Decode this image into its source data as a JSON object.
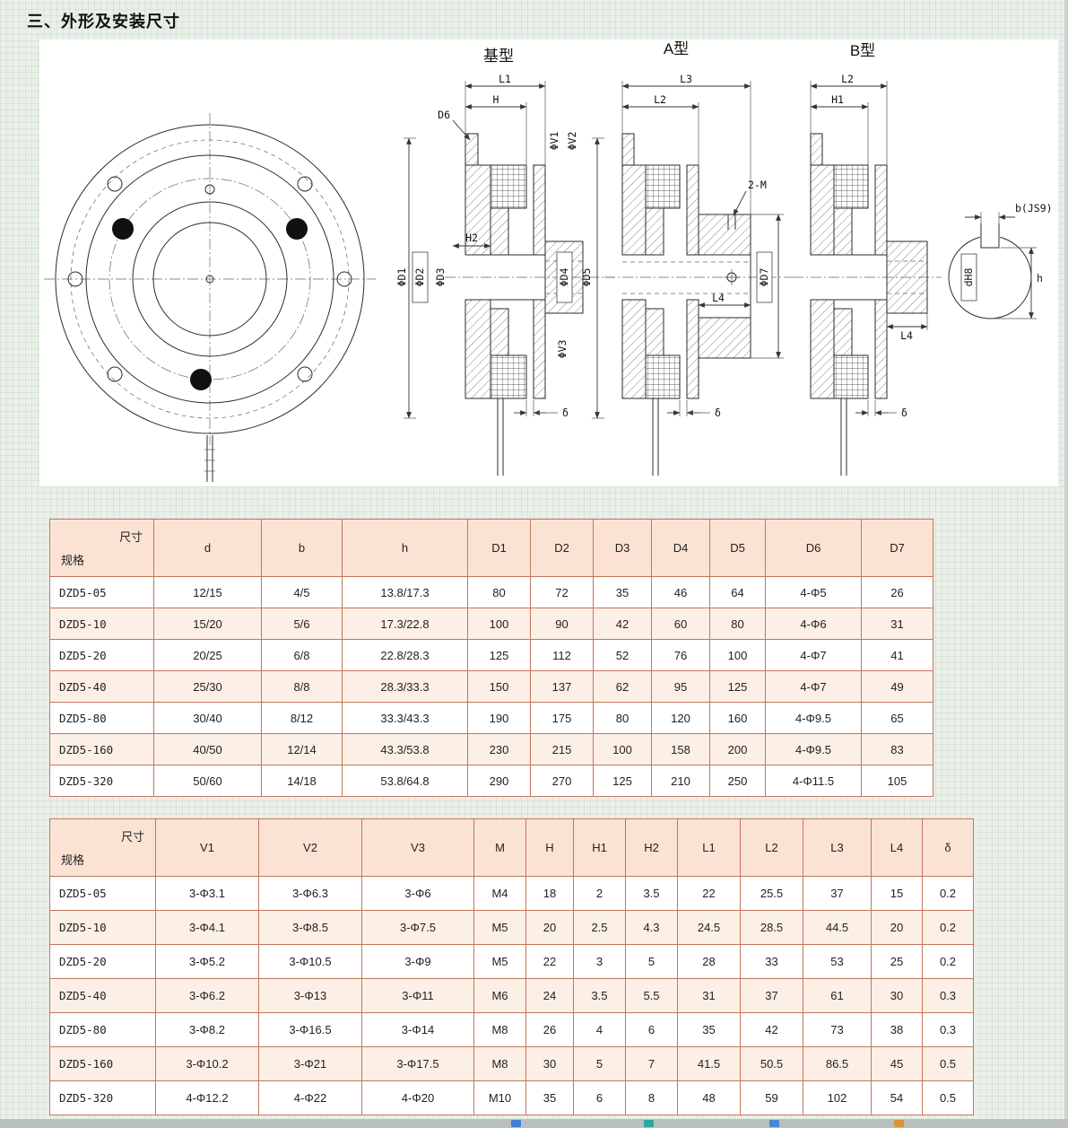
{
  "page": {
    "title": "三、外形及安装尺寸"
  },
  "drawing": {
    "section_titles": {
      "base": "基型",
      "a": "A型",
      "b": "B型"
    },
    "labels": {
      "L1": "L1",
      "H": "H",
      "D6": "D6",
      "V1": "ΦV1",
      "V2": "ΦV2",
      "H2": "H2",
      "D1": "ΦD1",
      "D2": "ΦD2",
      "D3": "ΦD3",
      "D4": "ΦD4",
      "D5": "ΦD5",
      "V3": "ΦV3",
      "delta": "δ",
      "L3": "L3",
      "L2": "L2",
      "two_m": "2-M",
      "L4": "L4",
      "D7": "ΦD7",
      "H1": "H1",
      "b_js9": "b(JS9)",
      "d_h8": "dH8",
      "h": "h"
    }
  },
  "table1": {
    "corner_top": "尺寸",
    "corner_bottom": "规格",
    "columns": [
      "d",
      "b",
      "h",
      "D1",
      "D2",
      "D3",
      "D4",
      "D5",
      "D6",
      "D7"
    ],
    "rows": [
      [
        "DZD5-05",
        "12/15",
        "4/5",
        "13.8/17.3",
        "80",
        "72",
        "35",
        "46",
        "64",
        "4-Φ5",
        "26"
      ],
      [
        "DZD5-10",
        "15/20",
        "5/6",
        "17.3/22.8",
        "100",
        "90",
        "42",
        "60",
        "80",
        "4-Φ6",
        "31"
      ],
      [
        "DZD5-20",
        "20/25",
        "6/8",
        "22.8/28.3",
        "125",
        "112",
        "52",
        "76",
        "100",
        "4-Φ7",
        "41"
      ],
      [
        "DZD5-40",
        "25/30",
        "8/8",
        "28.3/33.3",
        "150",
        "137",
        "62",
        "95",
        "125",
        "4-Φ7",
        "49"
      ],
      [
        "DZD5-80",
        "30/40",
        "8/12",
        "33.3/43.3",
        "190",
        "175",
        "80",
        "120",
        "160",
        "4-Φ9.5",
        "65"
      ],
      [
        "DZD5-160",
        "40/50",
        "12/14",
        "43.3/53.8",
        "230",
        "215",
        "100",
        "158",
        "200",
        "4-Φ9.5",
        "83"
      ],
      [
        "DZD5-320",
        "50/60",
        "14/18",
        "53.8/64.8",
        "290",
        "270",
        "125",
        "210",
        "250",
        "4-Φ11.5",
        "105"
      ]
    ]
  },
  "table2": {
    "corner_top": "尺寸",
    "corner_bottom": "规格",
    "columns": [
      "V1",
      "V2",
      "V3",
      "M",
      "H",
      "H1",
      "H2",
      "L1",
      "L2",
      "L3",
      "L4",
      "δ"
    ],
    "rows": [
      [
        "DZD5-05",
        "3-Φ3.1",
        "3-Φ6.3",
        "3-Φ6",
        "M4",
        "18",
        "2",
        "3.5",
        "22",
        "25.5",
        "37",
        "15",
        "0.2"
      ],
      [
        "DZD5-10",
        "3-Φ4.1",
        "3-Φ8.5",
        "3-Φ7.5",
        "M5",
        "20",
        "2.5",
        "4.3",
        "24.5",
        "28.5",
        "44.5",
        "20",
        "0.2"
      ],
      [
        "DZD5-20",
        "3-Φ5.2",
        "3-Φ10.5",
        "3-Φ9",
        "M5",
        "22",
        "3",
        "5",
        "28",
        "33",
        "53",
        "25",
        "0.2"
      ],
      [
        "DZD5-40",
        "3-Φ6.2",
        "3-Φ13",
        "3-Φ11",
        "M6",
        "24",
        "3.5",
        "5.5",
        "31",
        "37",
        "61",
        "30",
        "0.3"
      ],
      [
        "DZD5-80",
        "3-Φ8.2",
        "3-Φ16.5",
        "3-Φ14",
        "M8",
        "26",
        "4",
        "6",
        "35",
        "42",
        "73",
        "38",
        "0.3"
      ],
      [
        "DZD5-160",
        "3-Φ10.2",
        "3-Φ21",
        "3-Φ17.5",
        "M8",
        "30",
        "5",
        "7",
        "41.5",
        "50.5",
        "86.5",
        "45",
        "0.5"
      ],
      [
        "DZD5-320",
        "4-Φ12.2",
        "4-Φ22",
        "4-Φ20",
        "M10",
        "35",
        "6",
        "8",
        "48",
        "59",
        "102",
        "54",
        "0.5"
      ]
    ]
  },
  "colors": {
    "page_background": "#eaf0e9",
    "panel_background": "#ffffff",
    "table_border": "#c3765a",
    "table_header_bg": "#fbe3d3",
    "table_row_alt_bg": "#fcefe6",
    "drawing_line": "#2b2b2b"
  },
  "bottom_strip": {
    "icon_colors": [
      "#3f7fd4",
      "#2aa9a0",
      "#4a86d8",
      "#e0922e"
    ]
  }
}
